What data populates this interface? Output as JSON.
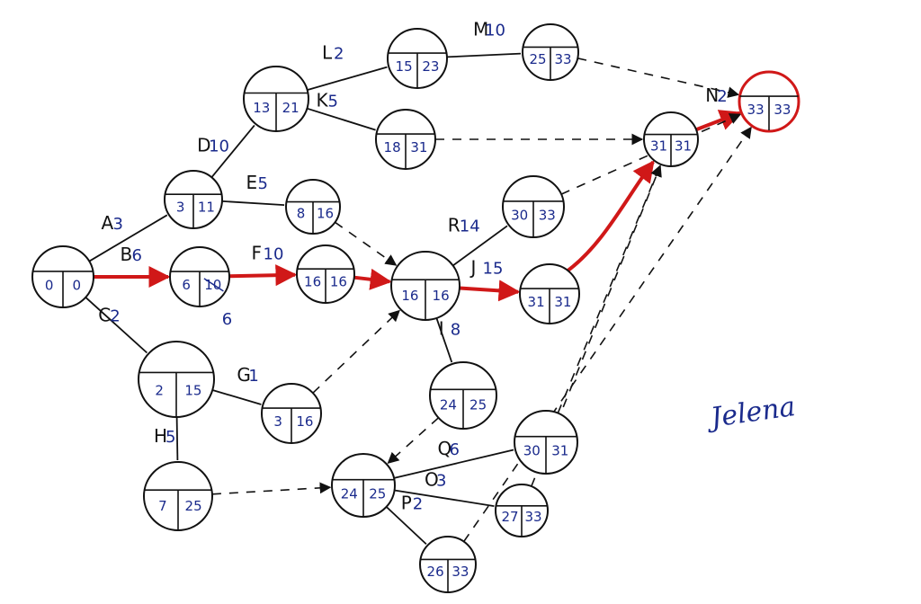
{
  "nodes": [
    {
      "id": "n0",
      "es": "0",
      "ls": "0"
    },
    {
      "id": "n1",
      "es": "3",
      "ls": "11"
    },
    {
      "id": "n2",
      "es": "6",
      "ls": "10"
    },
    {
      "id": "n3",
      "es": "2",
      "ls": "15"
    },
    {
      "id": "n4",
      "es": "13",
      "ls": "21"
    },
    {
      "id": "n5",
      "es": "8",
      "ls": "16"
    },
    {
      "id": "n6",
      "es": "16",
      "ls": "16"
    },
    {
      "id": "n7",
      "es": "3",
      "ls": "16"
    },
    {
      "id": "n8",
      "es": "7",
      "ls": "25"
    },
    {
      "id": "n9",
      "es": "15",
      "ls": "23"
    },
    {
      "id": "n10",
      "es": "18",
      "ls": "31"
    },
    {
      "id": "n11",
      "es": "16",
      "ls": "16"
    },
    {
      "id": "n12",
      "es": "24",
      "ls": "25"
    },
    {
      "id": "n13",
      "es": "24",
      "ls": "25"
    },
    {
      "id": "n14",
      "es": "25",
      "ls": "33"
    },
    {
      "id": "n15",
      "es": "30",
      "ls": "33"
    },
    {
      "id": "n16",
      "es": "31",
      "ls": "31"
    },
    {
      "id": "n17",
      "es": "30",
      "ls": "31"
    },
    {
      "id": "n18",
      "es": "27",
      "ls": "33"
    },
    {
      "id": "n19",
      "es": "26",
      "ls": "33"
    },
    {
      "id": "n20",
      "es": "31",
      "ls": "31"
    },
    {
      "id": "n21",
      "es": "33",
      "ls": "33"
    }
  ],
  "activities": [
    {
      "id": "A",
      "from": "n0",
      "to": "n1",
      "letter": "A",
      "duration": "3",
      "critical": false
    },
    {
      "id": "B",
      "from": "n0",
      "to": "n2",
      "letter": "B",
      "duration": "6",
      "critical": true
    },
    {
      "id": "C",
      "from": "n0",
      "to": "n3",
      "letter": "C",
      "duration": "2",
      "critical": false
    },
    {
      "id": "D",
      "from": "n1",
      "to": "n4",
      "letter": "D",
      "duration": "10",
      "critical": false
    },
    {
      "id": "E",
      "from": "n1",
      "to": "n5",
      "letter": "E",
      "duration": "5",
      "critical": false
    },
    {
      "id": "F",
      "from": "n2",
      "to": "n6",
      "letter": "F",
      "duration": "10",
      "critical": true
    },
    {
      "id": "G",
      "from": "n3",
      "to": "n7",
      "letter": "G",
      "duration": "1",
      "critical": false
    },
    {
      "id": "H",
      "from": "n3",
      "to": "n8",
      "letter": "H",
      "duration": "5",
      "critical": false
    },
    {
      "id": "L",
      "from": "n4",
      "to": "n9",
      "letter": "L",
      "duration": "2",
      "critical": false
    },
    {
      "id": "K",
      "from": "n4",
      "to": "n10",
      "letter": "K",
      "duration": "5",
      "critical": false
    },
    {
      "id": "M",
      "from": "n9",
      "to": "n14",
      "letter": "M",
      "duration": "10",
      "critical": false
    },
    {
      "id": "R",
      "from": "n11",
      "to": "n15",
      "letter": "R",
      "duration": "14",
      "critical": false
    },
    {
      "id": "J",
      "from": "n11",
      "to": "n16",
      "letter": "J",
      "duration": "15",
      "critical": true
    },
    {
      "id": "I",
      "from": "n11",
      "to": "n12",
      "letter": "I",
      "duration": "8",
      "critical": false
    },
    {
      "id": "Q",
      "from": "n13",
      "to": "n17",
      "letter": "Q",
      "duration": "6",
      "critical": false
    },
    {
      "id": "O",
      "from": "n13",
      "to": "n18",
      "letter": "O",
      "duration": "3",
      "critical": false
    },
    {
      "id": "P",
      "from": "n13",
      "to": "n19",
      "letter": "P",
      "duration": "2",
      "critical": false
    },
    {
      "id": "N",
      "from": "n20",
      "to": "n21",
      "letter": "N",
      "duration": "2",
      "critical": true
    }
  ],
  "dummies": [
    {
      "from": "n6",
      "to": "n11",
      "critical": true
    },
    {
      "from": "n16",
      "to": "n20",
      "critical": true
    },
    {
      "from": "n5",
      "to": "n11",
      "critical": false
    },
    {
      "from": "n7",
      "to": "n11",
      "critical": false
    },
    {
      "from": "n8",
      "to": "n13",
      "critical": false
    },
    {
      "from": "n12",
      "to": "n13",
      "critical": false
    },
    {
      "from": "n10",
      "to": "n20",
      "critical": false
    },
    {
      "from": "n14",
      "to": "n21",
      "critical": false
    },
    {
      "from": "n15",
      "to": "n21",
      "critical": false
    },
    {
      "from": "n17",
      "to": "n20",
      "critical": false
    },
    {
      "from": "n18",
      "to": "n20",
      "critical": false
    },
    {
      "from": "n19",
      "to": "n21",
      "critical": false
    }
  ],
  "corrections": [
    {
      "node": "n2",
      "value": "6"
    }
  ],
  "signature": "Jelena",
  "colors": {
    "ink": "#111111",
    "numbers": "#1a2a8c",
    "critical": "#d01818"
  }
}
